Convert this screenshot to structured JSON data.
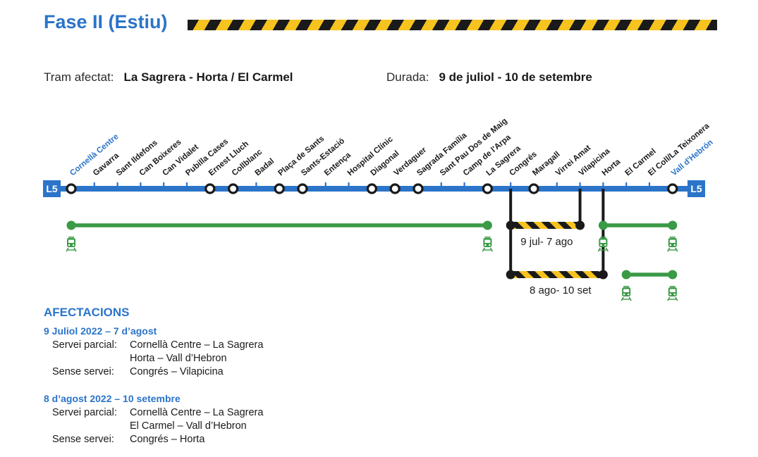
{
  "header": {
    "title": "Fase II (Estiu)"
  },
  "info": {
    "tram_label": "Tram afectat:",
    "tram_value": "La Sagrera - Horta / El Carmel",
    "durada_label": "Durada:",
    "durada_value": "9 de juliol - 10 de setembre"
  },
  "line": {
    "name": "L5",
    "color": "#2b74c9",
    "stations": [
      {
        "name": "Cornellà Centre",
        "interchange": true,
        "terminal": true
      },
      {
        "name": "Gavarra"
      },
      {
        "name": "Sant Ildefons"
      },
      {
        "name": "Can Boixeres"
      },
      {
        "name": "Can Vidalet"
      },
      {
        "name": "Pubilla Cases"
      },
      {
        "name": "Ernest Lluch",
        "interchange": true
      },
      {
        "name": "Collblanc",
        "interchange": true
      },
      {
        "name": "Badal"
      },
      {
        "name": "Plaça de Sants",
        "interchange": true
      },
      {
        "name": "Sants-Estació",
        "interchange": true
      },
      {
        "name": "Entença"
      },
      {
        "name": "Hospital Clínic"
      },
      {
        "name": "Diagonal",
        "interchange": true
      },
      {
        "name": "Verdaguer",
        "interchange": true
      },
      {
        "name": "Sagrada Família",
        "interchange": true
      },
      {
        "name": "Sant Pau | Dos de Maig"
      },
      {
        "name": "Camp de l'Arpa"
      },
      {
        "name": "La Sagrera",
        "interchange": true
      },
      {
        "name": "Congrés"
      },
      {
        "name": "Maragall",
        "interchange": true
      },
      {
        "name": "Virrei Amat"
      },
      {
        "name": "Vilapicina"
      },
      {
        "name": "Horta"
      },
      {
        "name": "El Carmel"
      },
      {
        "name": "El Coll/La Teixonera"
      },
      {
        "name": "Vall d'Hebrón",
        "interchange": true,
        "terminal": true
      }
    ]
  },
  "phases": {
    "period1_label": "9 jul- 7 ago",
    "period2_label": "8 ago- 10 set",
    "service_color": "#3a9a46",
    "closure_colors": [
      "#1a1a1a",
      "#f7c31e"
    ]
  },
  "affectations": {
    "title": "AFECTACIONS",
    "periods": [
      {
        "title": "9 Juliol 2022 – 7 d’agost",
        "partial_label": "Servei parcial:",
        "partial": [
          "Cornellà Centre – La Sagrera",
          "Horta – Vall d’Hebron"
        ],
        "none_label": "Sense servei:",
        "none": "Congrés – Vilapicina"
      },
      {
        "title": "8 d’agost 2022 – 10 setembre",
        "partial_label": "Servei parcial:",
        "partial": [
          "Cornellà Centre – La Sagrera",
          "El Carmel – Vall d’Hebron"
        ],
        "none_label": "Sense servei:",
        "none": "Congrés – Horta"
      }
    ]
  }
}
